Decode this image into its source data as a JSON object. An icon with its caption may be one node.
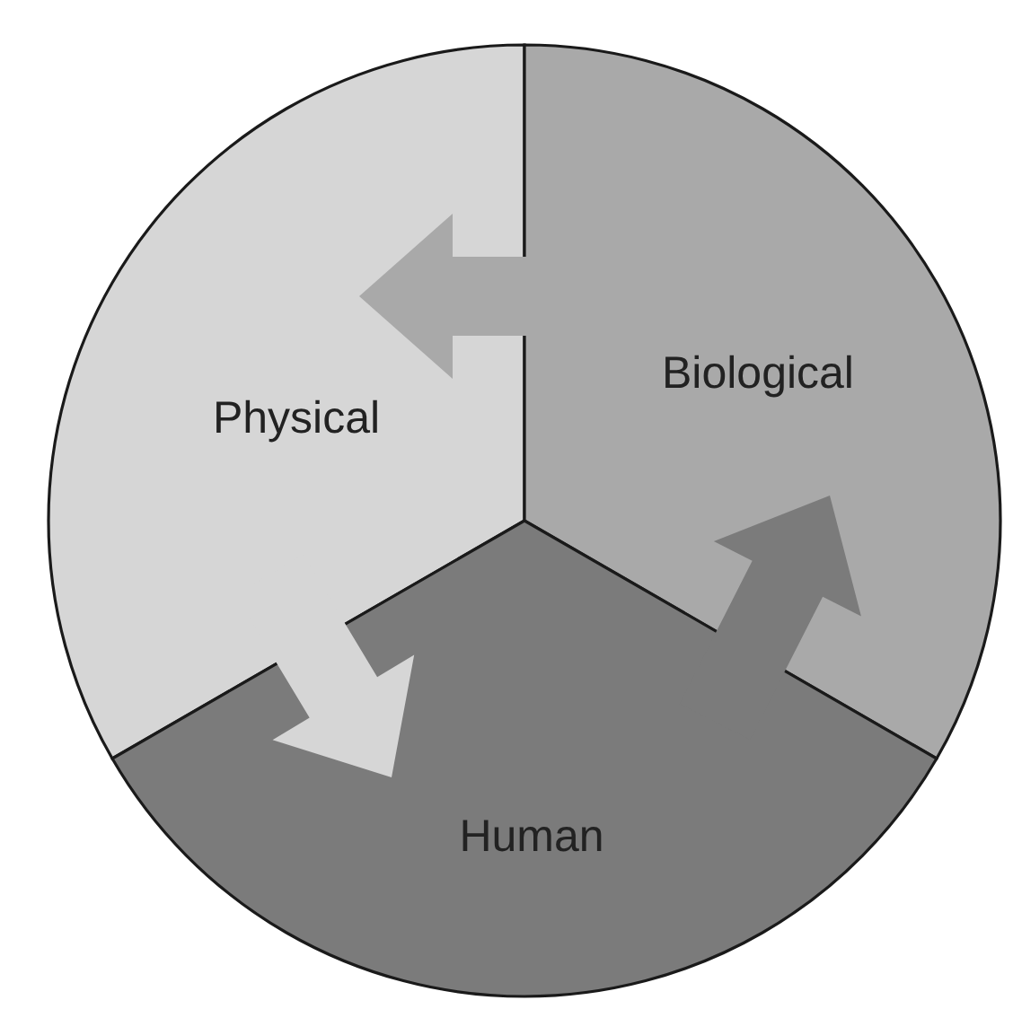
{
  "diagram": {
    "nodes": [
      {
        "text": [
          "Physical"
        ]
      },
      {
        "text": [
          "Biological"
        ]
      },
      {
        "text": [
          "Human"
        ]
      }
    ],
    "edges": [
      {
        "from": 1,
        "to": 0,
        "arrow": "to"
      },
      {
        "from": 0,
        "to": 2,
        "arrow": "to"
      },
      {
        "from": 2,
        "to": 1,
        "arrow": "to"
      }
    ]
  }
}
